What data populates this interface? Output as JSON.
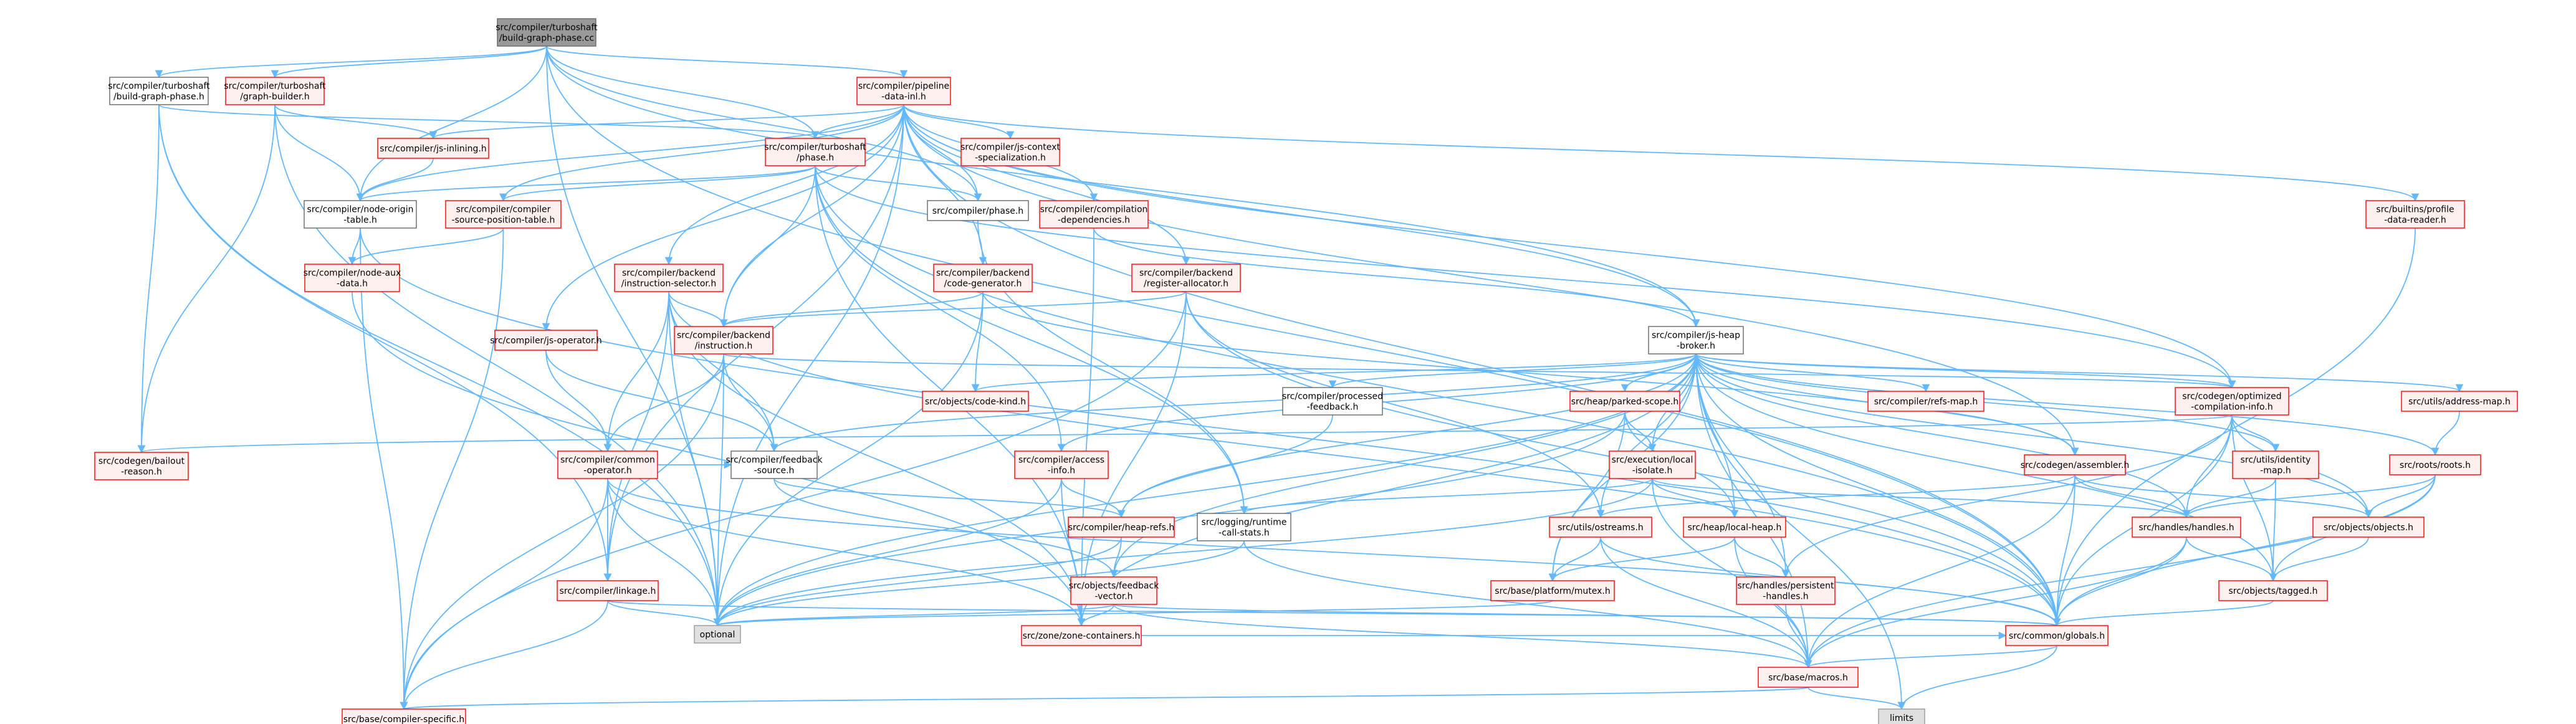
{
  "graph": {
    "colors": {
      "edge": "#63b8ff",
      "root_fill": "#999999",
      "root_stroke": "#666666",
      "linked_stroke": "#ff0000",
      "linked_fill": "#fff0f0",
      "plain_stroke": "#666666",
      "plain_fill": "#ffffff",
      "system_fill": "#e0e0e0",
      "system_stroke": "#999999"
    },
    "nodes": [
      {
        "id": "root",
        "lines": [
          "src/compiler/turboshaft",
          "/build-graph-phase.cc"
        ],
        "style": "root"
      },
      {
        "id": "bgp_h",
        "lines": [
          "src/compiler/turboshaft",
          "/build-graph-phase.h"
        ],
        "style": "plain"
      },
      {
        "id": "graph_builder",
        "lines": [
          "src/compiler/turboshaft",
          "/graph-builder.h"
        ],
        "style": "linked"
      },
      {
        "id": "pipeline_data",
        "lines": [
          "src/compiler/pipeline",
          "-data-inl.h"
        ],
        "style": "linked"
      },
      {
        "id": "js_inlining",
        "lines": [
          "src/compiler/js-inlining.h"
        ],
        "style": "linked"
      },
      {
        "id": "ts_phase",
        "lines": [
          "src/compiler/turboshaft",
          "/phase.h"
        ],
        "style": "linked"
      },
      {
        "id": "js_ctx_spec",
        "lines": [
          "src/compiler/js-context",
          "-specialization.h"
        ],
        "style": "linked"
      },
      {
        "id": "builtins_profile",
        "lines": [
          "src/builtins/profile",
          "-data-reader.h"
        ],
        "style": "linked"
      },
      {
        "id": "node_origin",
        "lines": [
          "src/compiler/node-origin",
          "-table.h"
        ],
        "style": "plain"
      },
      {
        "id": "src_pos",
        "lines": [
          "src/compiler/compiler",
          "-source-position-table.h"
        ],
        "style": "linked"
      },
      {
        "id": "phase_h",
        "lines": [
          "src/compiler/phase.h"
        ],
        "style": "plain"
      },
      {
        "id": "comp_deps",
        "lines": [
          "src/compiler/compilation",
          "-dependencies.h"
        ],
        "style": "linked"
      },
      {
        "id": "node_aux",
        "lines": [
          "src/compiler/node-aux",
          "-data.h"
        ],
        "style": "linked"
      },
      {
        "id": "instr_sel",
        "lines": [
          "src/compiler/backend",
          "/instruction-selector.h"
        ],
        "style": "linked"
      },
      {
        "id": "code_gen",
        "lines": [
          "src/compiler/backend",
          "/code-generator.h"
        ],
        "style": "linked"
      },
      {
        "id": "reg_alloc",
        "lines": [
          "src/compiler/backend",
          "/register-allocator.h"
        ],
        "style": "linked"
      },
      {
        "id": "js_op",
        "lines": [
          "src/compiler/js-operator.h"
        ],
        "style": "linked"
      },
      {
        "id": "instruction",
        "lines": [
          "src/compiler/backend",
          "/instruction.h"
        ],
        "style": "linked"
      },
      {
        "id": "js_heap_broker",
        "lines": [
          "src/compiler/js-heap",
          "-broker.h"
        ],
        "style": "plain"
      },
      {
        "id": "code_kind",
        "lines": [
          "src/objects/code-kind.h"
        ],
        "style": "linked"
      },
      {
        "id": "processed_fb",
        "lines": [
          "src/compiler/processed",
          "-feedback.h"
        ],
        "style": "plain"
      },
      {
        "id": "parked_scope",
        "lines": [
          "src/heap/parked-scope.h"
        ],
        "style": "linked"
      },
      {
        "id": "refs_map",
        "lines": [
          "src/compiler/refs-map.h"
        ],
        "style": "linked"
      },
      {
        "id": "opt_comp_info",
        "lines": [
          "src/codegen/optimized",
          "-compilation-info.h"
        ],
        "style": "linked"
      },
      {
        "id": "address_map",
        "lines": [
          "src/utils/address-map.h"
        ],
        "style": "linked"
      },
      {
        "id": "common_op",
        "lines": [
          "src/compiler/common",
          "-operator.h"
        ],
        "style": "linked"
      },
      {
        "id": "bailout",
        "lines": [
          "src/codegen/bailout",
          "-reason.h"
        ],
        "style": "linked"
      },
      {
        "id": "fb_source",
        "lines": [
          "src/compiler/feedback",
          "-source.h"
        ],
        "style": "plain"
      },
      {
        "id": "access_info",
        "lines": [
          "src/compiler/access",
          "-info.h"
        ],
        "style": "linked"
      },
      {
        "id": "exec_local_isolate",
        "lines": [
          "src/execution/local",
          "-isolate.h"
        ],
        "style": "linked"
      },
      {
        "id": "assembler",
        "lines": [
          "src/codegen/assembler.h"
        ],
        "style": "linked"
      },
      {
        "id": "identity_map",
        "lines": [
          "src/utils/identity",
          "-map.h"
        ],
        "style": "linked"
      },
      {
        "id": "roots",
        "lines": [
          "src/roots/roots.h"
        ],
        "style": "linked"
      },
      {
        "id": "heap_refs",
        "lines": [
          "src/compiler/heap-refs.h"
        ],
        "style": "linked"
      },
      {
        "id": "rt_call_stats",
        "lines": [
          "src/logging/runtime",
          "-call-stats.h"
        ],
        "style": "plain"
      },
      {
        "id": "ostreams",
        "lines": [
          "src/utils/ostreams.h"
        ],
        "style": "linked"
      },
      {
        "id": "local_heap",
        "lines": [
          "src/heap/local-heap.h"
        ],
        "style": "linked"
      },
      {
        "id": "handles",
        "lines": [
          "src/handles/handles.h"
        ],
        "style": "linked"
      },
      {
        "id": "objects_h",
        "lines": [
          "src/objects/objects.h"
        ],
        "style": "linked"
      },
      {
        "id": "linkage",
        "lines": [
          "src/compiler/linkage.h"
        ],
        "style": "linked"
      },
      {
        "id": "fb_vector",
        "lines": [
          "src/objects/feedback",
          "-vector.h"
        ],
        "style": "linked"
      },
      {
        "id": "platform_mutex",
        "lines": [
          "src/base/platform/mutex.h"
        ],
        "style": "linked"
      },
      {
        "id": "persistent_handles",
        "lines": [
          "src/handles/persistent",
          "-handles.h"
        ],
        "style": "linked"
      },
      {
        "id": "tagged",
        "lines": [
          "src/objects/tagged.h"
        ],
        "style": "linked"
      },
      {
        "id": "optional",
        "lines": [
          "optional"
        ],
        "style": "system"
      },
      {
        "id": "zone_containers",
        "lines": [
          "src/zone/zone-containers.h"
        ],
        "style": "linked"
      },
      {
        "id": "globals",
        "lines": [
          "src/common/globals.h"
        ],
        "style": "linked"
      },
      {
        "id": "macros",
        "lines": [
          "src/base/macros.h"
        ],
        "style": "linked"
      },
      {
        "id": "compiler_specific",
        "lines": [
          "src/base/compiler-specific.h"
        ],
        "style": "linked"
      },
      {
        "id": "limits",
        "lines": [
          "limits"
        ],
        "style": "system"
      }
    ],
    "edges": [
      [
        "root",
        "bgp_h"
      ],
      [
        "root",
        "graph_builder"
      ],
      [
        "root",
        "pipeline_data"
      ],
      [
        "root",
        "ts_phase"
      ],
      [
        "root",
        "node_origin"
      ],
      [
        "root",
        "phase_h"
      ],
      [
        "root",
        "js_heap_broker"
      ],
      [
        "root",
        "optional"
      ],
      [
        "root",
        "globals"
      ],
      [
        "bgp_h",
        "bailout"
      ],
      [
        "bgp_h",
        "ts_phase"
      ],
      [
        "bgp_h",
        "optional"
      ],
      [
        "bgp_h",
        "linkage"
      ],
      [
        "graph_builder",
        "js_inlining"
      ],
      [
        "graph_builder",
        "node_origin"
      ],
      [
        "graph_builder",
        "bailout"
      ],
      [
        "graph_builder",
        "optional"
      ],
      [
        "pipeline_data",
        "js_inlining"
      ],
      [
        "pipeline_data",
        "ts_phase"
      ],
      [
        "pipeline_data",
        "js_ctx_spec"
      ],
      [
        "pipeline_data",
        "builtins_profile"
      ],
      [
        "pipeline_data",
        "node_origin"
      ],
      [
        "pipeline_data",
        "src_pos"
      ],
      [
        "pipeline_data",
        "phase_h"
      ],
      [
        "pipeline_data",
        "comp_deps"
      ],
      [
        "pipeline_data",
        "instr_sel"
      ],
      [
        "pipeline_data",
        "code_gen"
      ],
      [
        "pipeline_data",
        "reg_alloc"
      ],
      [
        "pipeline_data",
        "js_op"
      ],
      [
        "pipeline_data",
        "instruction"
      ],
      [
        "pipeline_data",
        "js_heap_broker"
      ],
      [
        "pipeline_data",
        "opt_comp_info"
      ],
      [
        "pipeline_data",
        "assembler"
      ],
      [
        "pipeline_data",
        "linkage"
      ],
      [
        "pipeline_data",
        "optional"
      ],
      [
        "pipeline_data",
        "globals"
      ],
      [
        "js_inlining",
        "node_origin"
      ],
      [
        "ts_phase",
        "node_origin"
      ],
      [
        "ts_phase",
        "src_pos"
      ],
      [
        "ts_phase",
        "phase_h"
      ],
      [
        "ts_phase",
        "instruction"
      ],
      [
        "ts_phase",
        "opt_comp_info"
      ],
      [
        "ts_phase",
        "access_info"
      ],
      [
        "ts_phase",
        "rt_call_stats"
      ],
      [
        "ts_phase",
        "zone_containers"
      ],
      [
        "ts_phase",
        "globals"
      ],
      [
        "builtins_profile",
        "globals"
      ],
      [
        "node_origin",
        "node_aux"
      ],
      [
        "node_origin",
        "compiler_specific"
      ],
      [
        "node_origin",
        "globals"
      ],
      [
        "src_pos",
        "node_aux"
      ],
      [
        "src_pos",
        "compiler_specific"
      ],
      [
        "phase_h",
        "rt_call_stats"
      ],
      [
        "comp_deps",
        "js_heap_broker"
      ],
      [
        "comp_deps",
        "zone_containers"
      ],
      [
        "node_aux",
        "zone_containers"
      ],
      [
        "instr_sel",
        "instruction"
      ],
      [
        "instr_sel",
        "common_op"
      ],
      [
        "instr_sel",
        "fb_source"
      ],
      [
        "instr_sel",
        "linkage"
      ],
      [
        "instr_sel",
        "zone_containers"
      ],
      [
        "instr_sel",
        "globals"
      ],
      [
        "instr_sel",
        "optional"
      ],
      [
        "code_gen",
        "instruction"
      ],
      [
        "code_gen",
        "code_kind"
      ],
      [
        "code_gen",
        "optional"
      ],
      [
        "code_gen",
        "assembler"
      ],
      [
        "reg_alloc",
        "instruction"
      ],
      [
        "reg_alloc",
        "ostreams"
      ],
      [
        "reg_alloc",
        "zone_containers"
      ],
      [
        "reg_alloc",
        "compiler_specific"
      ],
      [
        "reg_alloc",
        "globals"
      ],
      [
        "js_op",
        "common_op"
      ],
      [
        "js_op",
        "fb_source"
      ],
      [
        "instruction",
        "common_op"
      ],
      [
        "instruction",
        "fb_source"
      ],
      [
        "instruction",
        "optional"
      ],
      [
        "instruction",
        "compiler_specific"
      ],
      [
        "instruction",
        "opt_comp_info"
      ],
      [
        "js_heap_broker",
        "code_kind"
      ],
      [
        "js_heap_broker",
        "processed_fb"
      ],
      [
        "js_heap_broker",
        "parked_scope"
      ],
      [
        "js_heap_broker",
        "refs_map"
      ],
      [
        "js_heap_broker",
        "opt_comp_info"
      ],
      [
        "js_heap_broker",
        "address_map"
      ],
      [
        "js_heap_broker",
        "fb_source"
      ],
      [
        "js_heap_broker",
        "access_info"
      ],
      [
        "js_heap_broker",
        "exec_local_isolate"
      ],
      [
        "js_heap_broker",
        "assembler"
      ],
      [
        "js_heap_broker",
        "identity_map"
      ],
      [
        "js_heap_broker",
        "roots"
      ],
      [
        "js_heap_broker",
        "heap_refs"
      ],
      [
        "js_heap_broker",
        "ostreams"
      ],
      [
        "js_heap_broker",
        "local_heap"
      ],
      [
        "js_heap_broker",
        "handles"
      ],
      [
        "js_heap_broker",
        "objects_h"
      ],
      [
        "js_heap_broker",
        "fb_vector"
      ],
      [
        "js_heap_broker",
        "platform_mutex"
      ],
      [
        "js_heap_broker",
        "persistent_handles"
      ],
      [
        "js_heap_broker",
        "tagged"
      ],
      [
        "js_heap_broker",
        "optional"
      ],
      [
        "js_heap_broker",
        "zone_containers"
      ],
      [
        "js_heap_broker",
        "globals"
      ],
      [
        "js_heap_broker",
        "macros"
      ],
      [
        "js_heap_broker",
        "limits"
      ],
      [
        "processed_fb",
        "heap_refs"
      ],
      [
        "parked_scope",
        "exec_local_isolate"
      ],
      [
        "parked_scope",
        "local_heap"
      ],
      [
        "parked_scope",
        "platform_mutex"
      ],
      [
        "parked_scope",
        "optional"
      ],
      [
        "opt_comp_info",
        "bailout"
      ],
      [
        "opt_comp_info",
        "identity_map"
      ],
      [
        "opt_comp_info",
        "handles"
      ],
      [
        "opt_comp_info",
        "persistent_handles"
      ],
      [
        "opt_comp_info",
        "tagged"
      ],
      [
        "opt_comp_info",
        "objects_h"
      ],
      [
        "opt_comp_info",
        "globals"
      ],
      [
        "address_map",
        "roots"
      ],
      [
        "common_op",
        "fb_source"
      ],
      [
        "common_op",
        "linkage"
      ],
      [
        "common_op",
        "optional"
      ],
      [
        "common_op",
        "zone_containers"
      ],
      [
        "common_op",
        "compiler_specific"
      ],
      [
        "common_op",
        "globals"
      ],
      [
        "fb_source",
        "fb_vector"
      ],
      [
        "fb_source",
        "heap_refs"
      ],
      [
        "access_info",
        "heap_refs"
      ],
      [
        "access_info",
        "zone_containers"
      ],
      [
        "access_info",
        "optional"
      ],
      [
        "exec_local_isolate",
        "local_heap"
      ],
      [
        "exec_local_isolate",
        "handles"
      ],
      [
        "exec_local_isolate",
        "rt_call_stats"
      ],
      [
        "exec_local_isolate",
        "macros"
      ],
      [
        "exec_local_isolate",
        "optional"
      ],
      [
        "assembler",
        "handles"
      ],
      [
        "assembler",
        "ostreams"
      ],
      [
        "assembler",
        "objects_h"
      ],
      [
        "assembler",
        "globals"
      ],
      [
        "assembler",
        "macros"
      ],
      [
        "identity_map",
        "handles"
      ],
      [
        "identity_map",
        "tagged"
      ],
      [
        "roots",
        "handles"
      ],
      [
        "roots",
        "objects_h"
      ],
      [
        "roots",
        "tagged"
      ],
      [
        "roots",
        "globals"
      ],
      [
        "roots",
        "macros"
      ],
      [
        "heap_refs",
        "optional"
      ],
      [
        "heap_refs",
        "fb_vector"
      ],
      [
        "rt_call_stats",
        "optional"
      ],
      [
        "rt_call_stats",
        "macros"
      ],
      [
        "ostreams",
        "platform_mutex"
      ],
      [
        "ostreams",
        "macros"
      ],
      [
        "ostreams",
        "globals"
      ],
      [
        "local_heap",
        "platform_mutex"
      ],
      [
        "local_heap",
        "persistent_handles"
      ],
      [
        "local_heap",
        "macros"
      ],
      [
        "handles",
        "tagged"
      ],
      [
        "handles",
        "globals"
      ],
      [
        "handles",
        "macros"
      ],
      [
        "objects_h",
        "tagged"
      ],
      [
        "linkage",
        "optional"
      ],
      [
        "linkage",
        "globals"
      ],
      [
        "linkage",
        "compiler_specific"
      ],
      [
        "fb_vector",
        "optional"
      ],
      [
        "fb_vector",
        "zone_containers"
      ],
      [
        "fb_vector",
        "macros"
      ],
      [
        "fb_vector",
        "globals"
      ],
      [
        "platform_mutex",
        "optional"
      ],
      [
        "persistent_handles",
        "macros"
      ],
      [
        "tagged",
        "globals"
      ],
      [
        "zone_containers",
        "globals"
      ],
      [
        "globals",
        "macros"
      ],
      [
        "globals",
        "limits"
      ],
      [
        "macros",
        "compiler_specific"
      ],
      [
        "macros",
        "limits"
      ]
    ]
  }
}
